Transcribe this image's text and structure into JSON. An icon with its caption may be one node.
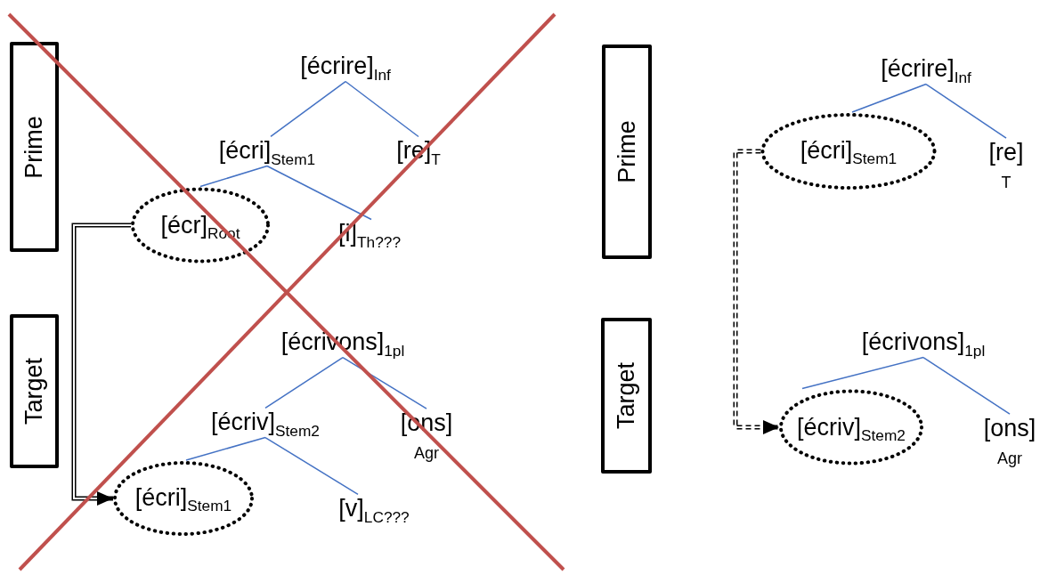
{
  "diagram": {
    "nodes": [
      {
        "text": [
          "Prime"
        ]
      },
      {
        "text": [
          "Target"
        ]
      },
      {
        "text": [
          "[écrire]$_{Inf}$"
        ]
      },
      {
        "text": [
          "[écri]$_{Stem1}$"
        ]
      },
      {
        "text": [
          "[re]$_{T}$"
        ]
      },
      {
        "text": [
          "[écr]$_{Root}$"
        ]
      },
      {
        "text": [
          "[i]$_{Th???}$"
        ]
      },
      {
        "text": [
          "[écrivons]$_{1pl}$"
        ]
      },
      {
        "text": [
          "[écriv]$_{Stem2}$"
        ]
      },
      {
        "text": [
          "[ons]"
        ],
        "beside": [
          "Agr"
        ]
      },
      {
        "text": [
          "[écri]$_{Stem1}$"
        ]
      },
      {
        "text": [
          "[v]$_{LC???}$"
        ]
      },
      {
        "text": [
          "Prime"
        ]
      },
      {
        "text": [
          "Target"
        ]
      },
      {
        "text": [
          "[écrire]$_{Inf}$"
        ]
      },
      {
        "text": [
          "[écri]$_{Stem1}$"
        ]
      },
      {
        "text": [
          "[re]"
        ],
        "beside": [
          "T"
        ]
      },
      {
        "text": [
          "[écrivons]$_{1pl}$"
        ]
      },
      {
        "text": [
          "[écriv]$_{Stem2}$"
        ]
      },
      {
        "text": [
          "[ons]"
        ],
        "beside": [
          "Agr"
        ]
      }
    ],
    "edges": [
      {
        "from": 2,
        "to": 3,
        "arrow": "none"
      },
      {
        "from": 2,
        "to": 4,
        "arrow": "none"
      },
      {
        "from": 3,
        "to": 5,
        "arrow": "none"
      },
      {
        "from": 3,
        "to": 6,
        "arrow": "none"
      },
      {
        "from": 7,
        "to": 8,
        "arrow": "none"
      },
      {
        "from": 7,
        "to": 9,
        "arrow": "none"
      },
      {
        "from": 8,
        "to": 10,
        "arrow": "none"
      },
      {
        "from": 8,
        "to": 11,
        "arrow": "none"
      },
      {
        "from": 5,
        "to": 10,
        "arrow": "to",
        "style": "thick",
        "color": "#000000"
      },
      {
        "from": 14,
        "to": 15,
        "arrow": "none"
      },
      {
        "from": 14,
        "to": 16,
        "arrow": "none"
      },
      {
        "from": 17,
        "to": 18,
        "arrow": "none"
      },
      {
        "from": 17,
        "to": 19,
        "arrow": "none"
      },
      {
        "from": 15,
        "to": 18,
        "arrow": "to",
        "style": "dashed",
        "color": "#000000"
      }
    ]
  }
}
